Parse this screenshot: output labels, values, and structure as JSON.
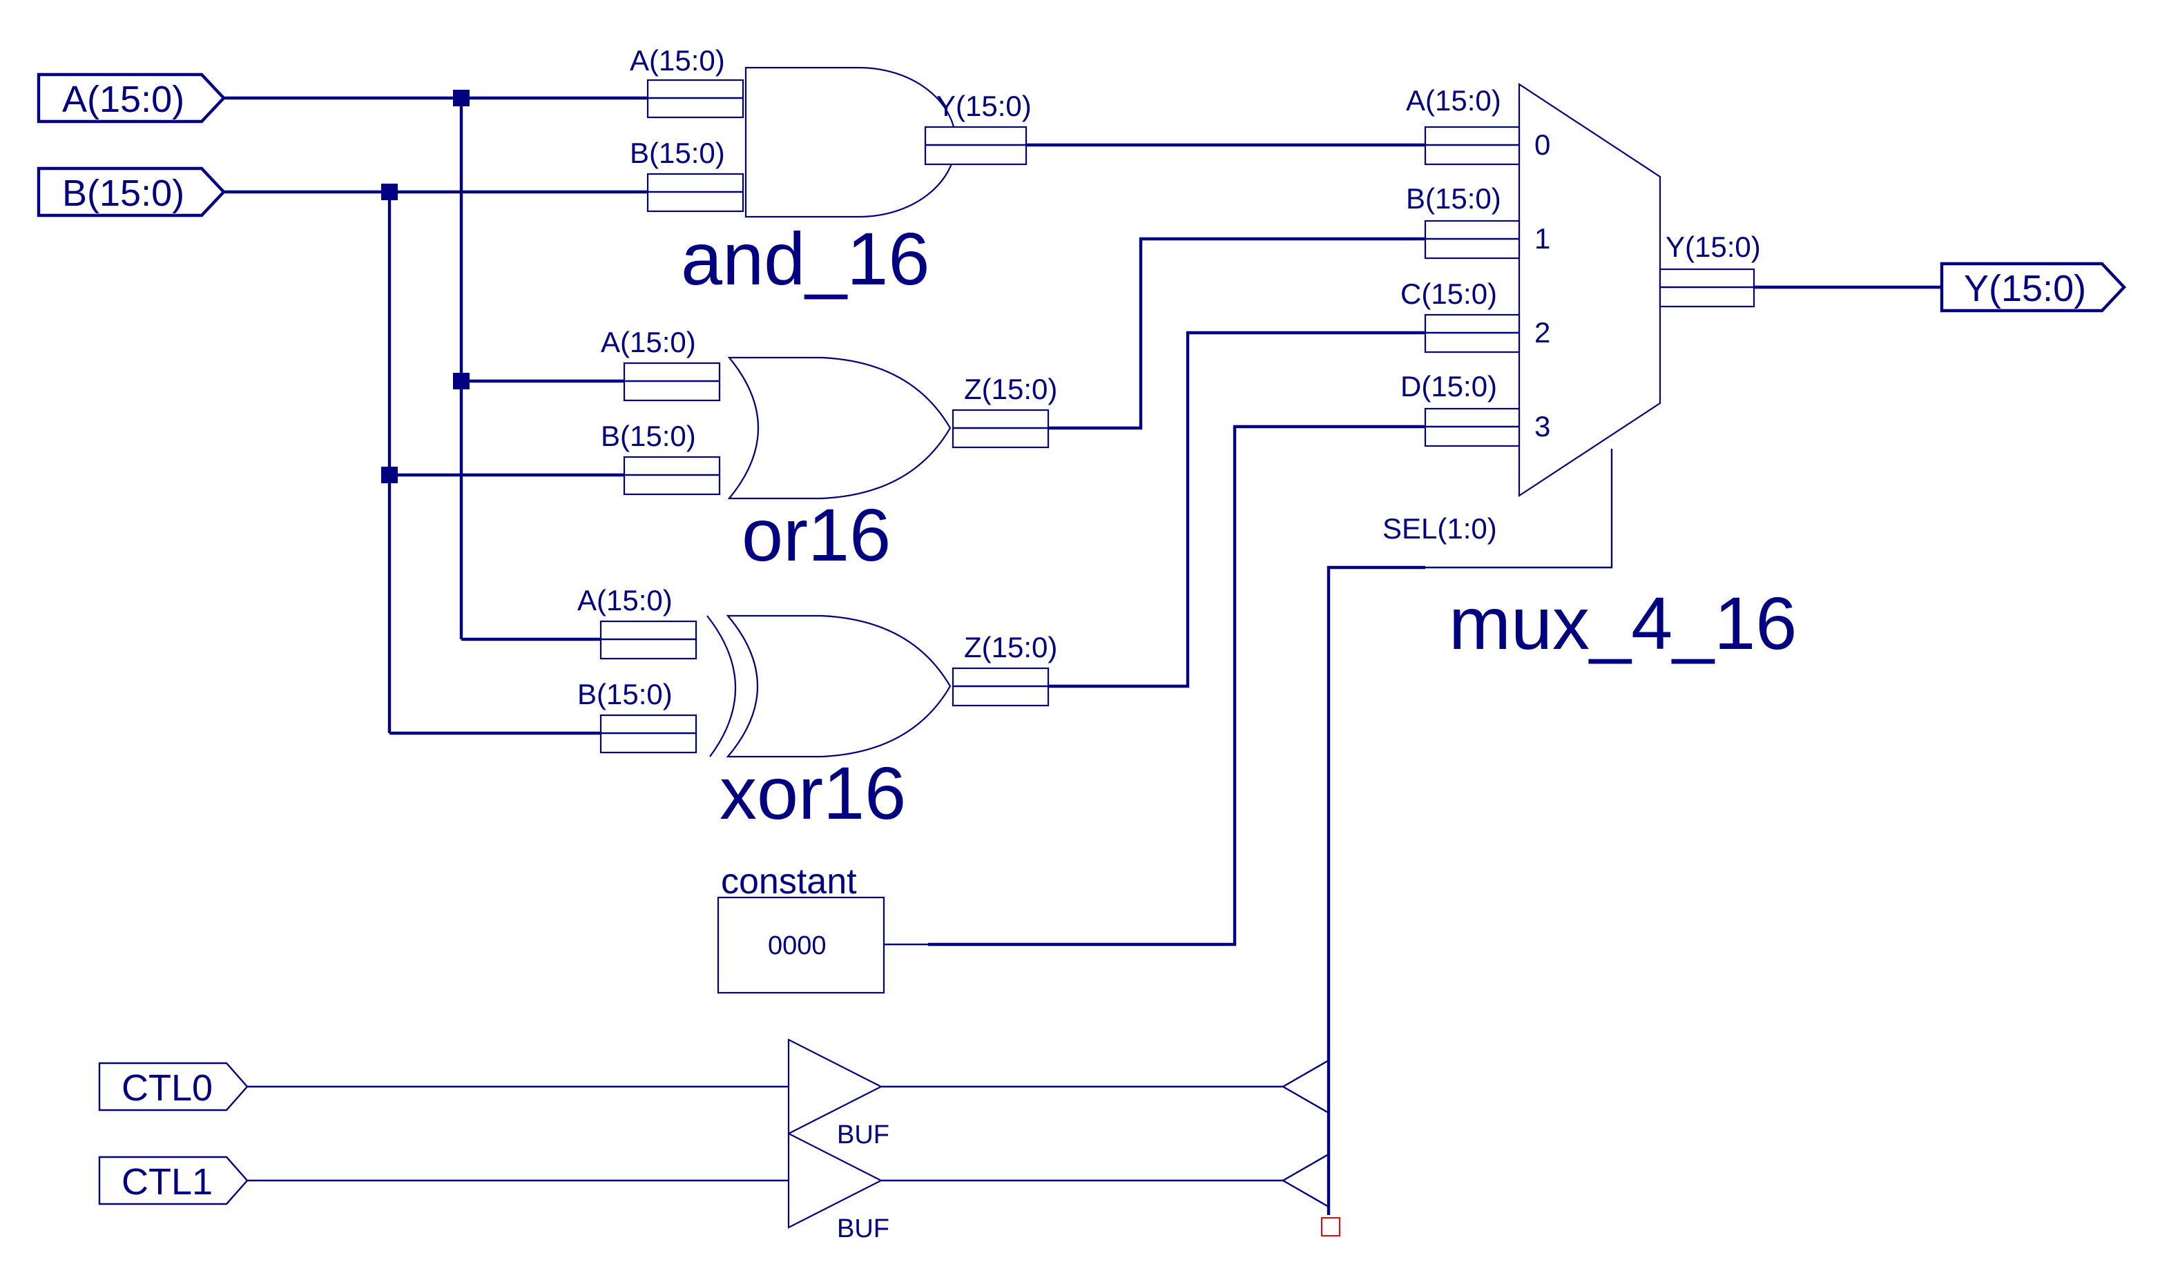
{
  "schematic": {
    "colors": {
      "stroke": "#000080",
      "background": "#ffffff",
      "marker": "#ff0000"
    },
    "input_ports": [
      {
        "label": "A(15:0)"
      },
      {
        "label": "B(15:0)"
      },
      {
        "label": "CTL0"
      },
      {
        "label": "CTL1"
      }
    ],
    "output_ports": [
      {
        "label": "Y(15:0)"
      }
    ],
    "gates": {
      "and": {
        "instance": "and_16",
        "pins": {
          "a": "A(15:0)",
          "b": "B(15:0)",
          "out": "Y(15:0)"
        }
      },
      "or": {
        "instance": "or16",
        "pins": {
          "a": "A(15:0)",
          "b": "B(15:0)",
          "out": "Z(15:0)"
        }
      },
      "xor": {
        "instance": "xor16",
        "pins": {
          "a": "A(15:0)",
          "b": "B(15:0)",
          "out": "Z(15:0)"
        }
      }
    },
    "mux": {
      "instance": "mux_4_16",
      "inputs": [
        {
          "pin": "A(15:0)",
          "index": "0"
        },
        {
          "pin": "B(15:0)",
          "index": "1"
        },
        {
          "pin": "C(15:0)",
          "index": "2"
        },
        {
          "pin": "D(15:0)",
          "index": "3"
        }
      ],
      "output": "Y(15:0)",
      "select": "SEL(1:0)"
    },
    "constant": {
      "title": "constant",
      "value": "0000"
    },
    "buffers": [
      {
        "label": "BUF"
      },
      {
        "label": "BUF"
      }
    ]
  }
}
